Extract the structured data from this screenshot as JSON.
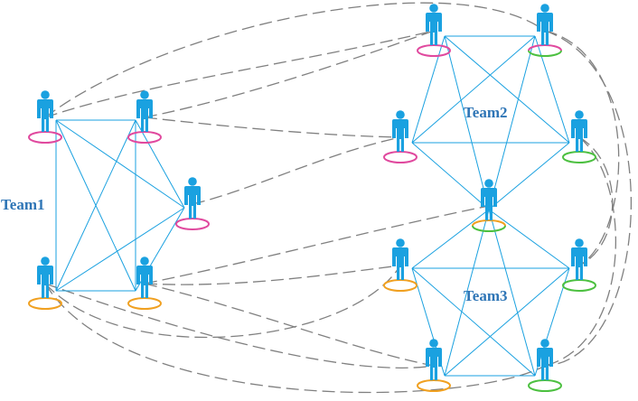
{
  "teams": [
    {
      "id": "team1",
      "label": "Team1"
    },
    {
      "id": "team2",
      "label": "Team2"
    },
    {
      "id": "team3",
      "label": "Team3"
    }
  ],
  "colors": {
    "person": "#1aa1e0",
    "solid_link": "#1aa1e0",
    "dashed_link": "#808080",
    "label": "#2e75b6",
    "magenta": "#e0499e",
    "orange": "#f0a020",
    "green": "#4cc040"
  },
  "nodes": [
    {
      "id": "t1a",
      "team": "team1",
      "ring": [
        "magenta"
      ]
    },
    {
      "id": "t1b",
      "team": "team1",
      "ring": [
        "magenta"
      ]
    },
    {
      "id": "t1c",
      "team": "team1",
      "ring": [
        "magenta"
      ]
    },
    {
      "id": "t1d",
      "team": "team1",
      "ring": [
        "orange"
      ]
    },
    {
      "id": "t1e",
      "team": "team1",
      "ring": [
        "orange"
      ]
    },
    {
      "id": "t2a",
      "team": "team2",
      "ring": [
        "magenta"
      ]
    },
    {
      "id": "t2b",
      "team": "team2",
      "ring": [
        "magenta",
        "green"
      ]
    },
    {
      "id": "t2c",
      "team": "team2",
      "ring": [
        "magenta"
      ]
    },
    {
      "id": "t2d",
      "team": "team2",
      "ring": [
        "green"
      ]
    },
    {
      "id": "shared",
      "team": "team2+team3",
      "ring": [
        "orange",
        "green"
      ]
    },
    {
      "id": "t3a",
      "team": "team3",
      "ring": [
        "orange"
      ]
    },
    {
      "id": "t3b",
      "team": "team3",
      "ring": [
        "green"
      ]
    },
    {
      "id": "t3c",
      "team": "team3",
      "ring": [
        "orange"
      ]
    },
    {
      "id": "t3d",
      "team": "team3",
      "ring": [
        "green"
      ]
    }
  ],
  "solid_links": [
    [
      "t1a",
      "t1b"
    ],
    [
      "t1a",
      "t1d"
    ],
    [
      "t1a",
      "t1e"
    ],
    [
      "t1a",
      "t1c"
    ],
    [
      "t1b",
      "t1d"
    ],
    [
      "t1b",
      "t1e"
    ],
    [
      "t1b",
      "t1c"
    ],
    [
      "t1d",
      "t1e"
    ],
    [
      "t1d",
      "t1c"
    ],
    [
      "t1e",
      "t1c"
    ],
    [
      "t2a",
      "t2b"
    ],
    [
      "t2a",
      "t2c"
    ],
    [
      "t2a",
      "t2d"
    ],
    [
      "t2a",
      "shared"
    ],
    [
      "t2b",
      "t2c"
    ],
    [
      "t2b",
      "t2d"
    ],
    [
      "t2b",
      "shared"
    ],
    [
      "t2c",
      "t2d"
    ],
    [
      "t2c",
      "shared"
    ],
    [
      "t2d",
      "shared"
    ],
    [
      "t3a",
      "t3b"
    ],
    [
      "t3a",
      "t3c"
    ],
    [
      "t3a",
      "t3d"
    ],
    [
      "t3a",
      "shared"
    ],
    [
      "t3b",
      "t3c"
    ],
    [
      "t3b",
      "t3d"
    ],
    [
      "t3b",
      "shared"
    ],
    [
      "t3c",
      "t3d"
    ],
    [
      "t3c",
      "shared"
    ],
    [
      "t3d",
      "shared"
    ]
  ],
  "dashed_links": [
    [
      "t1a",
      "t2b"
    ],
    [
      "t1a",
      "t2a"
    ],
    [
      "t1b",
      "t2a"
    ],
    [
      "t1b",
      "t2c"
    ],
    [
      "t1c",
      "t2c"
    ],
    [
      "t1e",
      "shared"
    ],
    [
      "t1e",
      "t3a"
    ],
    [
      "t1e",
      "t3c"
    ],
    [
      "t1d",
      "t3a"
    ],
    [
      "t1d",
      "t3c"
    ],
    [
      "t1d",
      "t3d"
    ],
    [
      "t2b",
      "t3b"
    ],
    [
      "t2d",
      "t3b"
    ],
    [
      "t2d",
      "t3d"
    ],
    [
      "t2b",
      "t3d"
    ]
  ]
}
